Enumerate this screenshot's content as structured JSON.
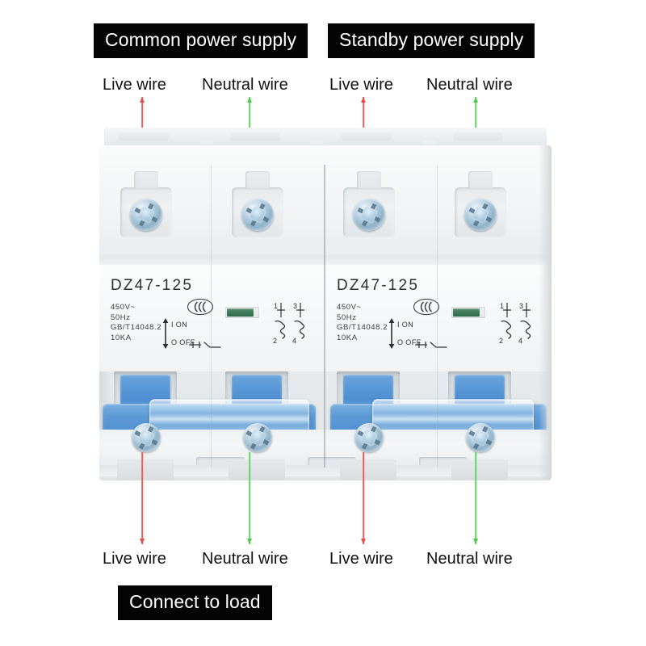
{
  "callouts": {
    "top_left": "Common power supply",
    "top_right": "Standby power supply",
    "bottom": "Connect to load"
  },
  "wire_labels": {
    "live": "Live wire",
    "neutral": "Neutral wire",
    "top": [
      "Live wire",
      "Neutral wire",
      "Live wire",
      "Neutral wire"
    ],
    "bottom": [
      "Live wire",
      "Neutral wire",
      "Live wire",
      "Neutral wire"
    ]
  },
  "colors": {
    "live_arrow": "#e84b4b",
    "neutral_arrow": "#4fc94f",
    "callout_background": "#040404",
    "callout_text": "#ffffff",
    "handle_blue": "#5c9ad8",
    "indicator_green": "#3f7a5b",
    "body_white": "#eff2f3",
    "screw_metal": "#a8c6da"
  },
  "breaker": {
    "count": 2,
    "poles_per_unit": 2,
    "units": [
      {
        "model": "DZ47-125",
        "specs": [
          "450V~",
          "50Hz",
          "GB/T14048.2",
          "10KA"
        ],
        "certification": "CCC",
        "position_on": "I ON",
        "position_off": "O OFF",
        "terminals_top": [
          "1",
          "3"
        ],
        "terminals_bottom": [
          "2",
          "4"
        ]
      },
      {
        "model": "DZ47-125",
        "specs": [
          "450V~",
          "50Hz",
          "GB/T14048.2",
          "10KA"
        ],
        "certification": "CCC",
        "position_on": "I ON",
        "position_off": "O OFF",
        "terminals_top": [
          "1",
          "3"
        ],
        "terminals_bottom": [
          "2",
          "4"
        ]
      }
    ]
  },
  "icons": {
    "ccc": "ccc-certification-mark",
    "updown": "up-down-arrow-icon",
    "contact": "circuit-contact-symbol",
    "window": "status-indicator-window"
  }
}
